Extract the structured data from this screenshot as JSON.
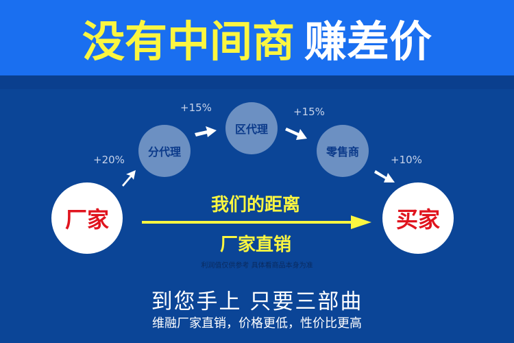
{
  "header": {
    "title_yellow": "没有中间商",
    "title_white": "赚差价"
  },
  "nodes": {
    "factory": "厂家",
    "sub_agent": "分代理",
    "region_agent": "区代理",
    "retailer": "零售商",
    "buyer": "买家"
  },
  "markups": {
    "sub_agent": "+20%",
    "region_agent": "+15%",
    "retailer": "+15%",
    "buyer": "+10%"
  },
  "arrow": {
    "top_label": "我们的距离",
    "bottom_label": "厂家直销"
  },
  "note": "利润值仅供参考 具体看商品本身为准",
  "slogan": "到您手上 只要三部曲",
  "subtitle": "维融厂家直销，价格更低，性价比更高",
  "colors": {
    "header": "#1a6ff0",
    "body": "#0b4597",
    "yellow": "#fbf640",
    "red": "#e0141e"
  }
}
